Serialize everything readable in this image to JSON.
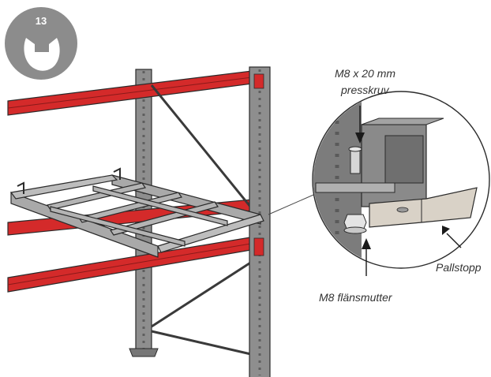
{
  "step": {
    "number": "13",
    "icon": "wrench-icon",
    "badge_color": "#8c8c8c"
  },
  "labels": {
    "screw": [
      "M8 x 20 mm",
      "presskruv"
    ],
    "nut": "M8 flänsmutter",
    "stop": "Pallstopp"
  },
  "colors": {
    "beam_red": "#d42a2a",
    "frame_gray": "#8e8e8e",
    "part_gray": "#a9a9a9",
    "outline": "#2b2b2b",
    "stop_fill": "#d9d2c7"
  }
}
